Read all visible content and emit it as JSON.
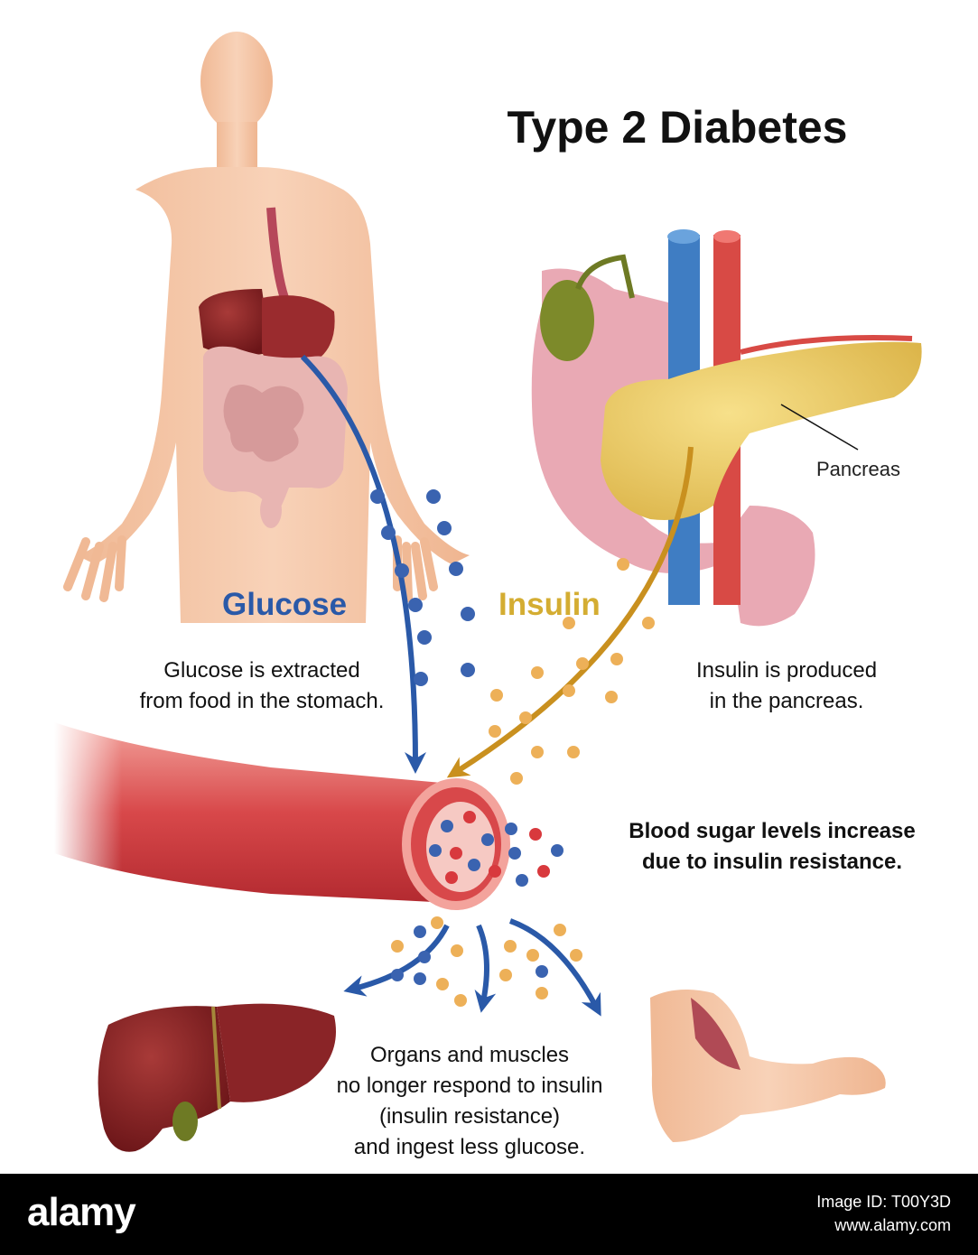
{
  "title": "Type 2 Diabetes",
  "labels": {
    "glucose": "Glucose",
    "insulin": "Insulin",
    "pancreas": "Pancreas"
  },
  "captions": {
    "glucose": [
      "Glucose is extracted",
      "from food in the stomach."
    ],
    "insulin": [
      "Insulin is produced",
      "in the pancreas."
    ],
    "blood": [
      "Blood sugar levels increase",
      "due to insulin resistance."
    ],
    "organs": [
      "Organs and muscles",
      "no longer respond to insulin",
      "(insulin resistance)",
      "and ingest less glucose."
    ]
  },
  "footer": {
    "logo": "alamy",
    "image_id": "Image ID: T00Y3D",
    "site": "www.alamy.com"
  },
  "colors": {
    "glucose": "#2a59a8",
    "insulin": "#d4ad32",
    "skin": "#f4c6a8",
    "liver": "#7e1d1f",
    "vessel": "#d9534f"
  }
}
